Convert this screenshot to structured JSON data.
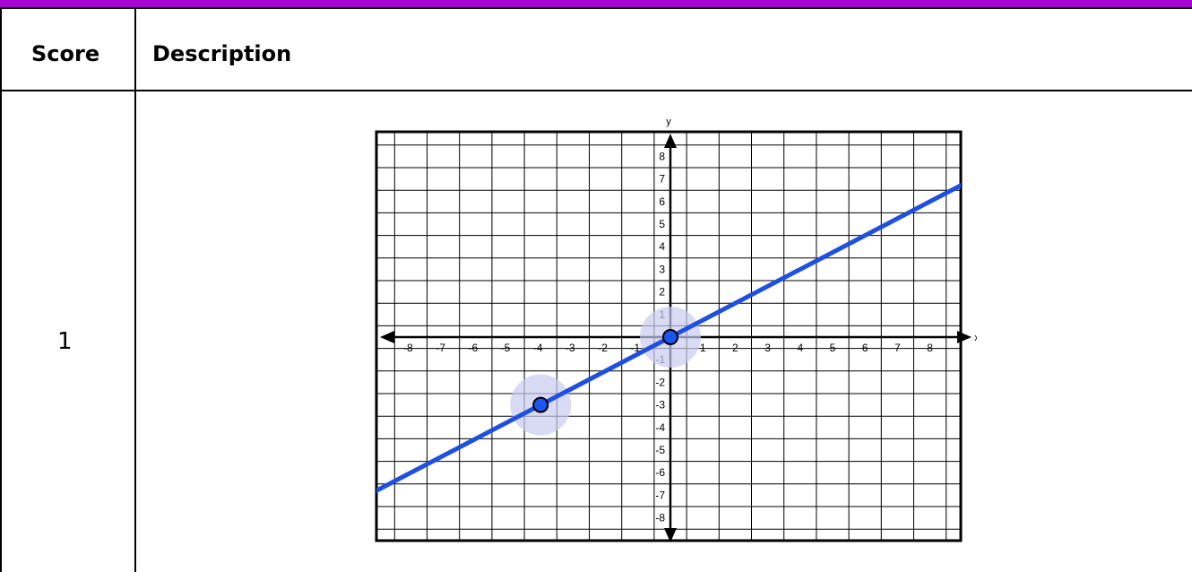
{
  "header": {
    "score_label": "Score",
    "description_label": "Description"
  },
  "rows": [
    {
      "score": "1"
    }
  ],
  "colors": {
    "header_bar": "#a800d6",
    "line": "#1e4fe0",
    "point_fill": "#1a56f0",
    "highlight": "#c9ccef"
  },
  "graph": {
    "x_axis_label": "x",
    "y_axis_label": "y",
    "xlim": [
      -9,
      9
    ],
    "ylim": [
      -9,
      9
    ],
    "x_ticks": [
      "-8",
      "-7",
      "-6",
      "-5",
      "-4",
      "-3",
      "-2",
      "-1",
      "1",
      "2",
      "3",
      "4",
      "5",
      "6",
      "7",
      "8"
    ],
    "y_ticks": [
      "8",
      "7",
      "6",
      "5",
      "4",
      "3",
      "2",
      "1",
      "-1",
      "-2",
      "-3",
      "-4",
      "-5",
      "-6",
      "-7",
      "-8"
    ],
    "line": {
      "slope": 0.75,
      "intercept": 0
    },
    "points": [
      {
        "x": 0,
        "y": 0
      },
      {
        "x": -4,
        "y": -3
      }
    ]
  }
}
